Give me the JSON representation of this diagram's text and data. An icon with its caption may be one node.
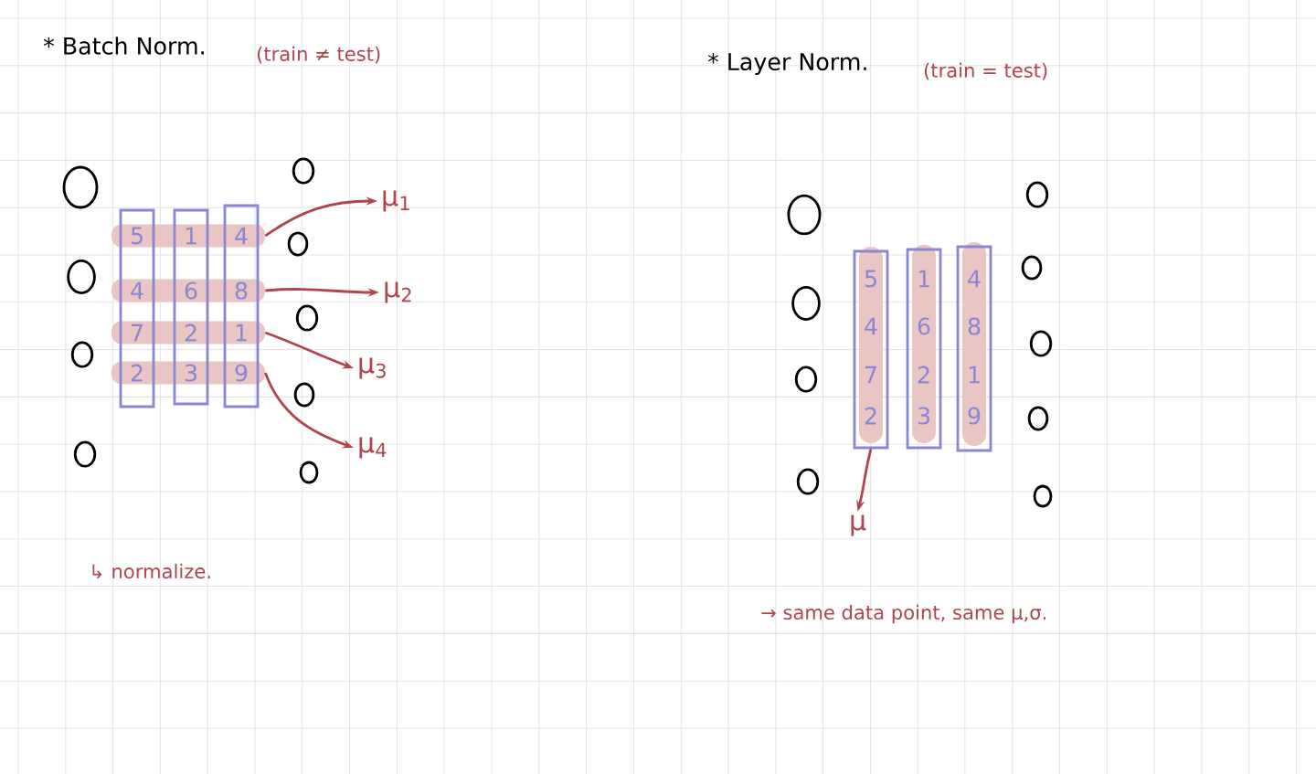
{
  "diagram": {
    "nodes": [
      {
        "text": [],
        "shape": "circle"
      },
      {
        "text": [],
        "shape": "circle"
      },
      {
        "text": [],
        "shape": "circle"
      },
      {
        "text": [],
        "shape": "circle"
      },
      {
        "text": [],
        "shape": "box"
      },
      {
        "text": [],
        "shape": "box"
      },
      {
        "text": [],
        "shape": "box"
      },
      {
        "text": [
          "5",
          "1",
          "4"
        ]
      },
      {
        "text": [
          "4",
          "6",
          "8"
        ]
      },
      {
        "text": [
          "7",
          "2",
          "1"
        ]
      },
      {
        "text": [
          "2",
          "3",
          "9"
        ]
      },
      {
        "text": [],
        "shape": "circle"
      },
      {
        "text": [],
        "shape": "circle"
      },
      {
        "text": [],
        "shape": "circle"
      },
      {
        "text": [],
        "shape": "circle"
      },
      {
        "text": [],
        "shape": "circle"
      },
      {
        "text": [
          "μ$_{1}$"
        ]
      },
      {
        "text": [
          "μ$_{2}$"
        ]
      },
      {
        "text": [
          "μ$_{3}$"
        ]
      },
      {
        "text": [
          "μ$_{4}$"
        ]
      },
      {
        "text": [],
        "shape": "circle"
      },
      {
        "text": [],
        "shape": "circle"
      },
      {
        "text": [],
        "shape": "circle"
      },
      {
        "text": [],
        "shape": "circle"
      },
      {
        "text": [
          "5",
          "4",
          "7",
          "2"
        ]
      },
      {
        "text": [
          "1",
          "6",
          "2",
          "3"
        ]
      },
      {
        "text": [
          "4",
          "8",
          "1",
          "9"
        ]
      },
      {
        "text": [],
        "shape": "circle"
      },
      {
        "text": [],
        "shape": "circle"
      },
      {
        "text": [],
        "shape": "circle"
      },
      {
        "text": [],
        "shape": "circle"
      },
      {
        "text": [],
        "shape": "circle"
      },
      {
        "text": [
          "μ"
        ]
      }
    ],
    "edges": [
      {
        "from": 7,
        "to": 16,
        "arrow": "to"
      },
      {
        "from": 8,
        "to": 17,
        "arrow": "to"
      },
      {
        "from": 9,
        "to": 18,
        "arrow": "to"
      },
      {
        "from": 10,
        "to": 19,
        "arrow": "to"
      },
      {
        "from": 24,
        "to": 32,
        "arrow": "to"
      }
    ],
    "labels": [
      "* Batch Norm.",
      "(train ≠ test)",
      "* Layer Norm.",
      "(train = test)",
      "↳ normalize.",
      "→ same data point, same μ,σ."
    ]
  }
}
